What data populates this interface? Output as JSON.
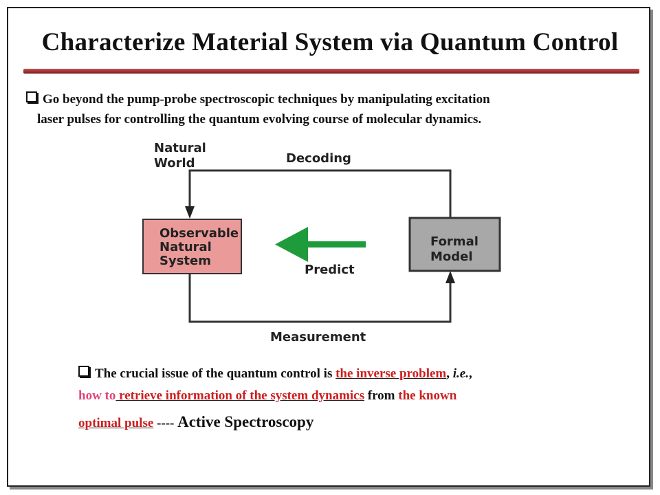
{
  "slide": {
    "title": "Characterize Material System via Quantum Control",
    "bullet1": {
      "line1": "Go beyond the pump-probe spectroscopic techniques by manipulating excitation",
      "line2": "laser pulses for controlling the quantum evolving course of molecular dynamics."
    },
    "diagram": {
      "natural_world_line1": "Natural",
      "natural_world_line2": "World",
      "decoding": "Decoding",
      "observable_line1": "Observable",
      "observable_line2": "Natural",
      "observable_line3": "System",
      "formal_line1": "Formal",
      "formal_line2": "Model",
      "predict": "Predict",
      "measurement": "Measurement"
    },
    "bullet2": {
      "part1": "The crucial issue of the quantum control is ",
      "inverse": "the inverse problem",
      "comma": ", ",
      "ie": "i.e.",
      "comma2": ",",
      "how_to": "how to",
      "retrieve": " retrieve information of the system dynamics",
      "from": " from ",
      "known": "the known",
      "optimal": "optimal pulse",
      "dashes": " ---- ",
      "active": "Active Spectroscopy"
    }
  },
  "colors": {
    "observable_box": "#eb9a9a",
    "formal_box": "#a8a8a8",
    "predict_arrow": "#1e9b3a",
    "title_bar": "#b03030",
    "highlight_red": "#cc1f1f",
    "highlight_pink": "#e0457a"
  }
}
